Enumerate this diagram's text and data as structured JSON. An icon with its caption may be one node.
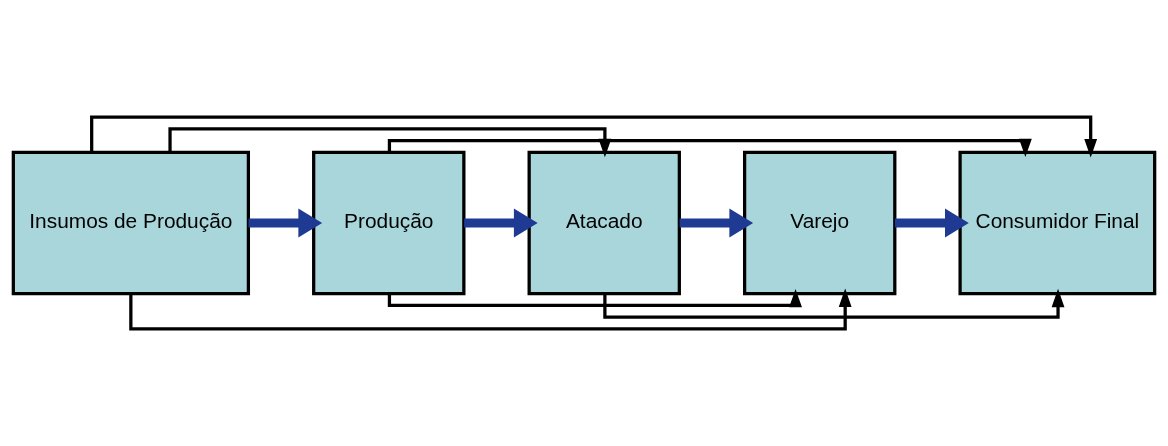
{
  "diagram": {
    "nodes": [
      {
        "text": [
          "Insumos de Produção"
        ]
      },
      {
        "text": [
          "Produção"
        ]
      },
      {
        "text": [
          "Atacado"
        ]
      },
      {
        "text": [
          "Varejo"
        ]
      },
      {
        "text": [
          "Consumidor Final"
        ]
      }
    ],
    "edges": [
      {
        "from": 0,
        "to": 4,
        "arrow": "to"
      },
      {
        "from": 0,
        "to": 3,
        "arrow": "to"
      },
      {
        "from": 0,
        "to": 2,
        "arrow": "to"
      },
      {
        "from": 0,
        "to": 1,
        "arrow": "to",
        "style": "thick",
        "color": "#1f3a93"
      },
      {
        "from": 1,
        "to": 2,
        "arrow": "to",
        "style": "thick",
        "color": "#1f3a93"
      },
      {
        "from": 2,
        "to": 3,
        "arrow": "to",
        "style": "thick",
        "color": "#1f3a93"
      },
      {
        "from": 3,
        "to": 4,
        "arrow": "to",
        "style": "thick",
        "color": "#1f3a93"
      },
      {
        "from": 2,
        "to": 4,
        "arrow": "to"
      },
      {
        "from": 1,
        "to": 3,
        "arrow": "to"
      },
      {
        "from": 1,
        "to": 4,
        "arrow": "to"
      }
    ]
  }
}
